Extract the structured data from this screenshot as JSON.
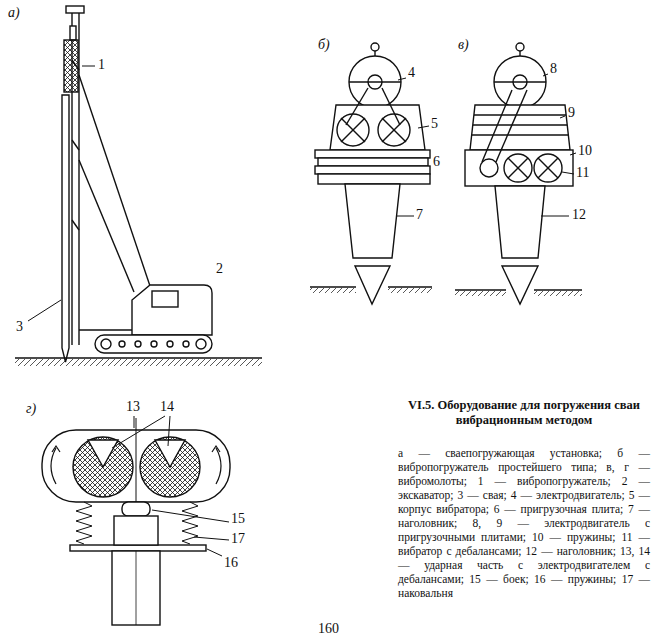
{
  "diagram": {
    "title": "VI.5. Оборудование для погружения сваи вибрационным методом",
    "caption": "а — сваепогружающая установка; б — вибропогружатель простейшего типа; в, г — вибромолоты; 1 — вибропогружатель; 2 — экскаватор; 3 — свая; 4 — электродвигатель; 5 — корпус вибратора; 6 — пригрузочная плита; 7 — наголовник; 8, 9 — электродвигатель с пригрузочными плитами; 10 — пружины; 11 — вибратор с дебалансами; 12 — наголовник; 13, 14 — ударная часть с электродвигателем с дебалансами; 15 — боек; 16 — пружины; 17 — наковальня",
    "labels": [
      "а)",
      "1",
      "2",
      "3",
      "б)",
      "4",
      "5",
      "6",
      "7",
      "в)",
      "8",
      "9",
      "10",
      "11",
      "12",
      "г)",
      "13",
      "14",
      "15",
      "16",
      "17",
      "160"
    ]
  }
}
